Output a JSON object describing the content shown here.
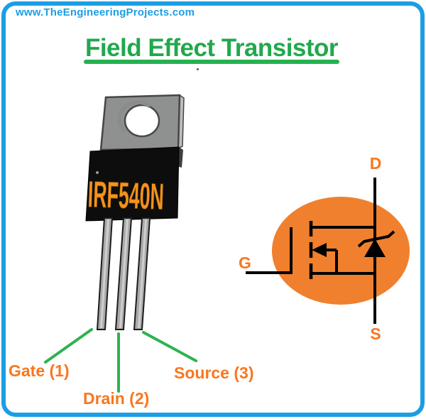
{
  "watermark": {
    "text": "www.TheEngineeringProjects.com"
  },
  "header": {
    "title": "Field Effect Transistor"
  },
  "transistor": {
    "part_number": "IRF540N"
  },
  "pins": {
    "gate": "Gate (1)",
    "drain": "Drain (2)",
    "source": "Source (3)"
  },
  "symbol": {
    "gate": "G",
    "drain": "D",
    "source": "S"
  },
  "colors": {
    "border_blue": "#1b9ee4",
    "title_green": "#21a84d",
    "pointer_line_green": "#2db34f",
    "label_orange": "#f8771e",
    "symbol_ellipse_orange": "#f0802e",
    "part_number_orange": "#f6921e",
    "package_tab_gray": "#8f9090",
    "package_body_black": "#0d0d0d"
  }
}
